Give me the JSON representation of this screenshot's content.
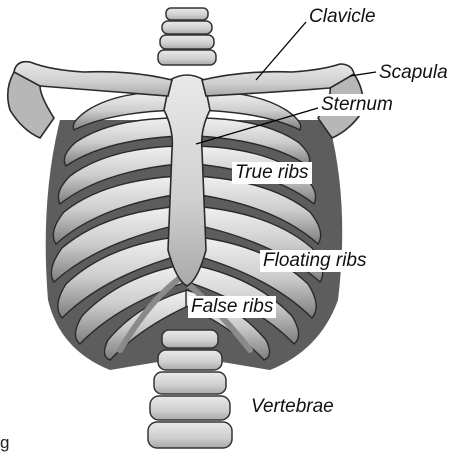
{
  "labels": {
    "clavicle": "Clavicle",
    "scapula": "Scapula",
    "sternum": "Sternum",
    "true_ribs": "True ribs",
    "floating_ribs": "Floating ribs",
    "false_ribs": "False ribs",
    "vertebrae": "Vertebrae"
  },
  "stray_glyph": "g",
  "colors": {
    "bone_light": "#e4e4e4",
    "bone_mid": "#bdbdbd",
    "bone_shadow": "#6f6f6f",
    "outline": "#2a2a2a",
    "text": "#111111"
  }
}
